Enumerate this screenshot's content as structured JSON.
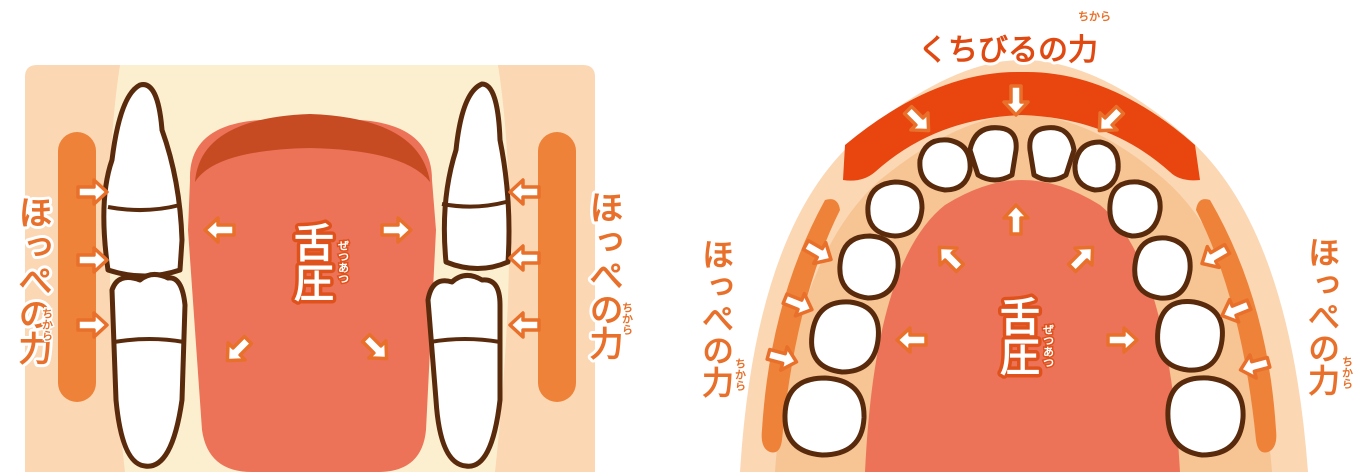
{
  "left_panel": {
    "cheek_label_left": "ほっぺの力",
    "cheek_label_right": "ほっぺの力",
    "cheek_ruby": "ちから",
    "tongue_label": "舌圧",
    "tongue_ruby": "ぜつあつ"
  },
  "right_panel": {
    "lip_label": "くちびるの力",
    "lip_ruby": "ちから",
    "cheek_label_left": "ほっぺの力",
    "cheek_label_right": "ほっぺの力",
    "cheek_ruby": "ちから",
    "tongue_label": "舌圧",
    "tongue_ruby": "ぜつあつ"
  },
  "colors": {
    "panel_background": "#fcefd0",
    "cheek_area": "#fbd7b4",
    "tongue": "#ec7358",
    "tongue_tip": "#c64b23",
    "cheek_force_bar": "#ee8238",
    "lip_force_band": "#e8450f",
    "arrow_outline": "#e8702a",
    "tooth_outline": "#5a2a0c"
  }
}
